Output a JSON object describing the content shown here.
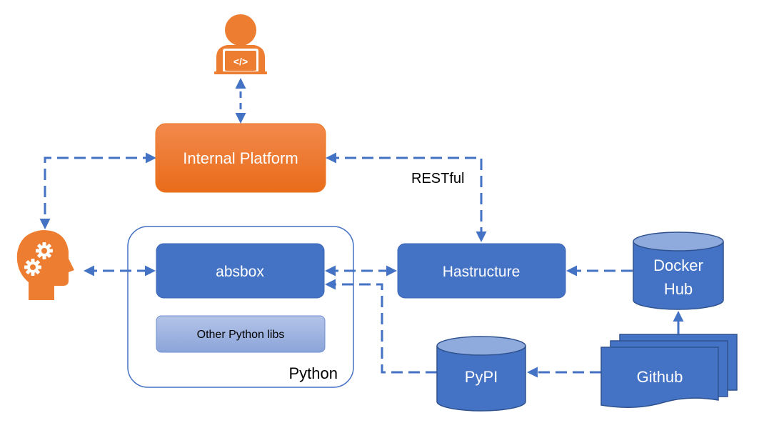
{
  "nodes": {
    "developer": {
      "label": "",
      "icon": "developer-laptop-icon"
    },
    "internal_platform": {
      "label": "Internal Platform"
    },
    "analyst": {
      "label": "",
      "icon": "head-gears-icon"
    },
    "python_group": {
      "label": "Python"
    },
    "absbox": {
      "label": "absbox"
    },
    "other_libs": {
      "label": "Other Python libs"
    },
    "hastructure": {
      "label": "Hastructure"
    },
    "docker_hub": {
      "label_line1": "Docker",
      "label_line2": "Hub"
    },
    "pypi": {
      "label": "PyPI"
    },
    "github": {
      "label": "Github"
    }
  },
  "edges": [
    {
      "from": "developer",
      "to": "internal_platform",
      "style": "dashed",
      "direction": "both"
    },
    {
      "from": "internal_platform",
      "to": "analyst",
      "style": "dashed",
      "direction": "both"
    },
    {
      "from": "internal_platform",
      "to": "hastructure",
      "style": "dashed",
      "direction": "both",
      "label": "RESTful"
    },
    {
      "from": "analyst",
      "to": "absbox",
      "style": "dashed",
      "direction": "both"
    },
    {
      "from": "absbox",
      "to": "hastructure",
      "style": "dashed",
      "direction": "both"
    },
    {
      "from": "docker_hub",
      "to": "hastructure",
      "style": "dashed",
      "direction": "forward"
    },
    {
      "from": "pypi",
      "to": "absbox",
      "style": "dashed",
      "direction": "forward"
    },
    {
      "from": "github",
      "to": "pypi",
      "style": "dashed",
      "direction": "forward"
    },
    {
      "from": "github",
      "to": "docker_hub",
      "style": "solid",
      "direction": "forward"
    }
  ],
  "edge_labels": {
    "restful": "RESTful"
  },
  "colors": {
    "orange": "#ED7D31",
    "orange_dark": "#E46C1A",
    "blue": "#4472C4",
    "blue_dark": "#2F528F",
    "blue_light": "#8FAADC",
    "lib_fill_top": "#AFC0E6",
    "lib_fill_bottom": "#8EA6DA",
    "text_white": "#FFFFFF",
    "text_black": "#000000"
  }
}
